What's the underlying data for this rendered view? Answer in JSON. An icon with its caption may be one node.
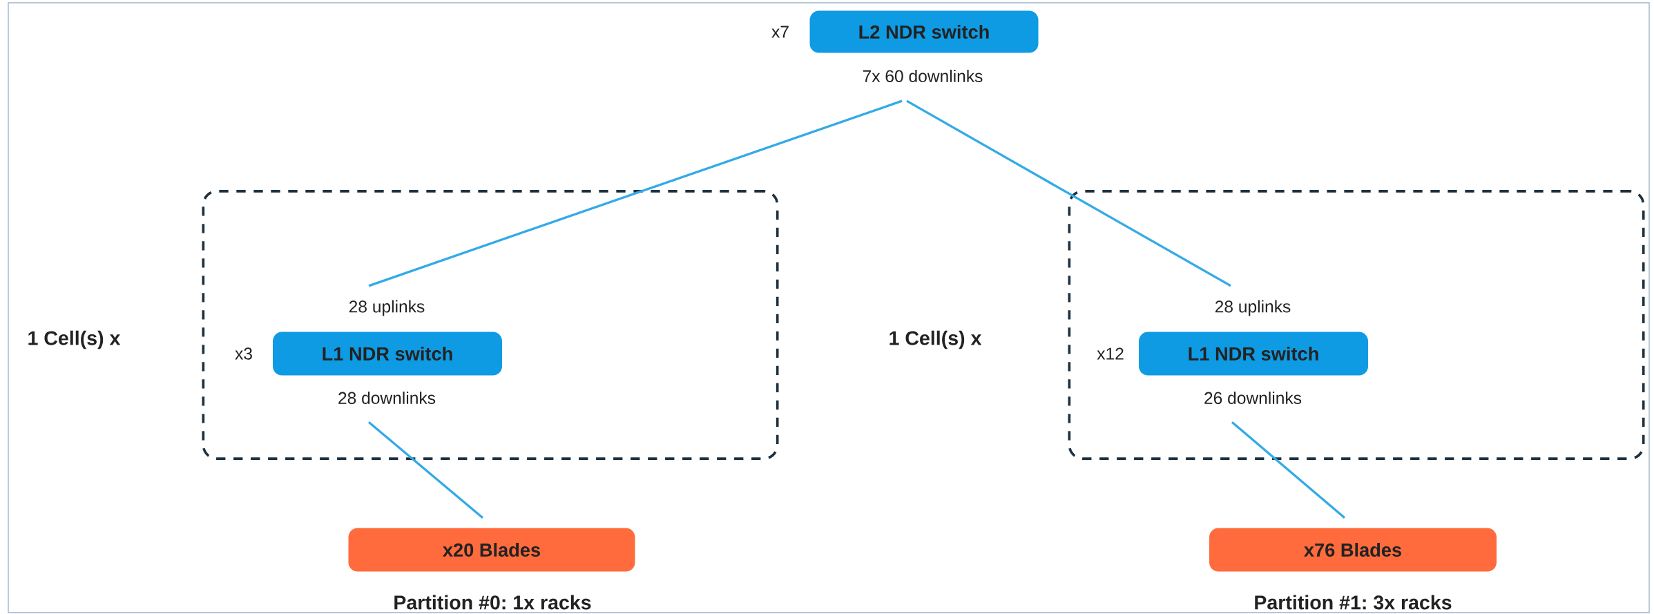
{
  "diagram": {
    "nodes": [
      {
        "text": [
          "L2 NDR switch"
        ],
        "beside": [
          "x7",
          "7x 60 downlinks"
        ]
      },
      {
        "text": [
          "1 Cell(s) x"
        ]
      },
      {
        "text": [
          "L1 NDR switch"
        ],
        "in": 1,
        "beside": [
          "28 uplinks",
          "x3",
          "28 downlinks"
        ]
      },
      {
        "text": [
          "1 Cell(s) x"
        ]
      },
      {
        "text": [
          "L1 NDR switch"
        ],
        "in": 3,
        "beside": [
          "28 uplinks",
          "x12",
          "26 downlinks"
        ]
      },
      {
        "text": [
          "x20 Blades"
        ],
        "beside": [
          "Partition #0: 1x racks"
        ]
      },
      {
        "text": [
          "x76 Blades"
        ],
        "beside": [
          "Partition #1: 3x racks"
        ]
      }
    ],
    "edges": [
      {
        "from": 0,
        "to": 2,
        "arrow": "none"
      },
      {
        "from": 0,
        "to": 4,
        "arrow": "none"
      },
      {
        "from": 2,
        "to": 5,
        "arrow": "none"
      },
      {
        "from": 4,
        "to": 6,
        "arrow": "none"
      }
    ]
  }
}
